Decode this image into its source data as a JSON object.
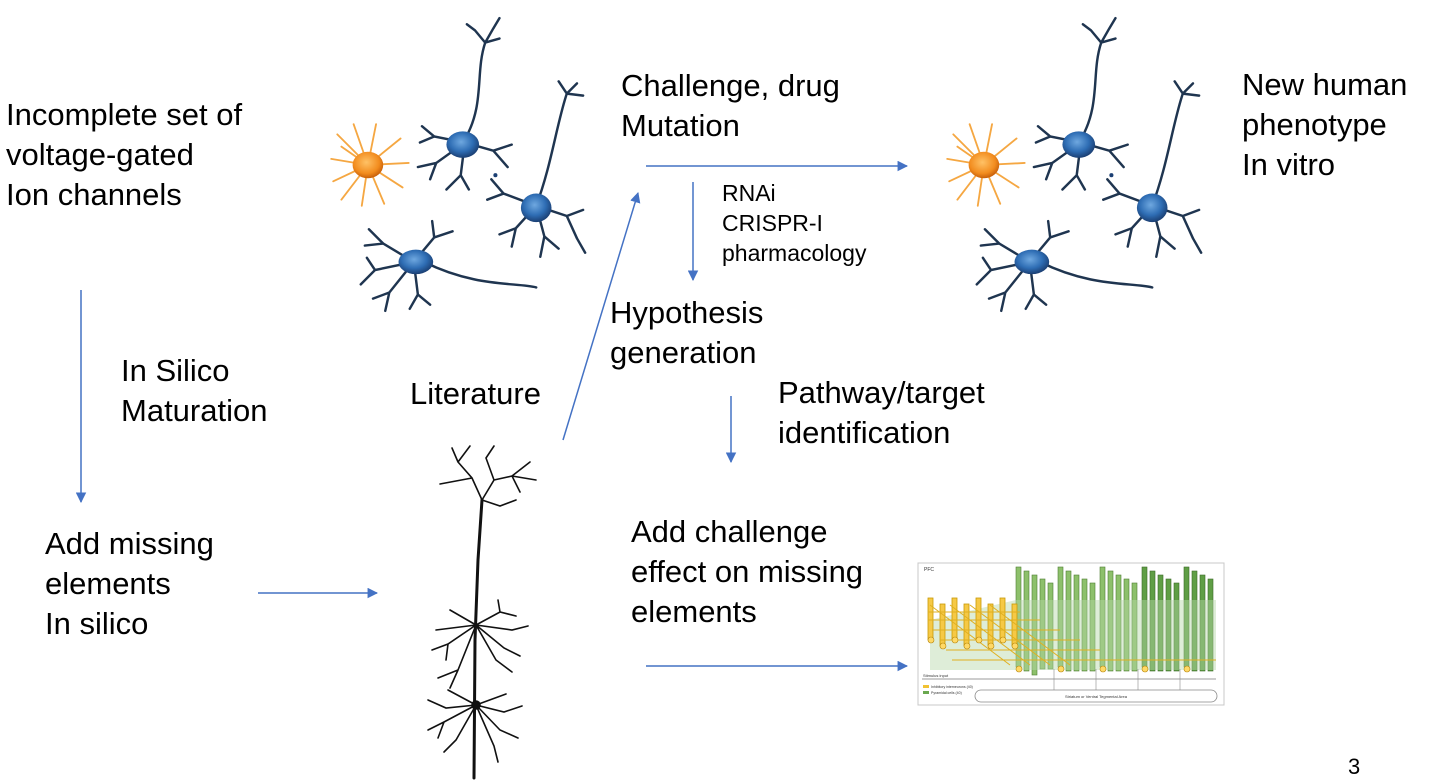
{
  "blocks": {
    "incomplete": [
      "Incomplete set of",
      "voltage-gated",
      "Ion channels"
    ],
    "in_silico_maturation": [
      "In Silico",
      "Maturation"
    ],
    "add_missing": [
      "Add missing",
      "elements",
      "In silico"
    ],
    "literature": [
      "Literature"
    ],
    "challenge": [
      "Challenge, drug",
      "Mutation"
    ],
    "methods": [
      "RNAi",
      "CRISPR-I",
      "pharmacology"
    ],
    "hypothesis": [
      "Hypothesis",
      "generation"
    ],
    "pathway": [
      "Pathway/target",
      "identification"
    ],
    "add_challenge": [
      "Add challenge",
      "effect on missing",
      "elements"
    ],
    "new_phenotype": [
      "New  human",
      "phenotype",
      "In vitro"
    ]
  },
  "network_figure": {
    "title": "PFC",
    "stimulus_label": "Stimulus input",
    "legend": [
      "Inhibitory interneurons (40)",
      "Pyramidal cells (40)"
    ],
    "target_label": "Striatum or Ventral Tegmental Area"
  },
  "page_number": "3",
  "colors": {
    "arrow": "#4472c4",
    "neuron_blue": "#2e6db4",
    "neuron_dark": "#1f3550",
    "astrocyte": "#f28c1e",
    "green_cells": "#6aa84f",
    "yellow_cells": "#f1c232"
  }
}
